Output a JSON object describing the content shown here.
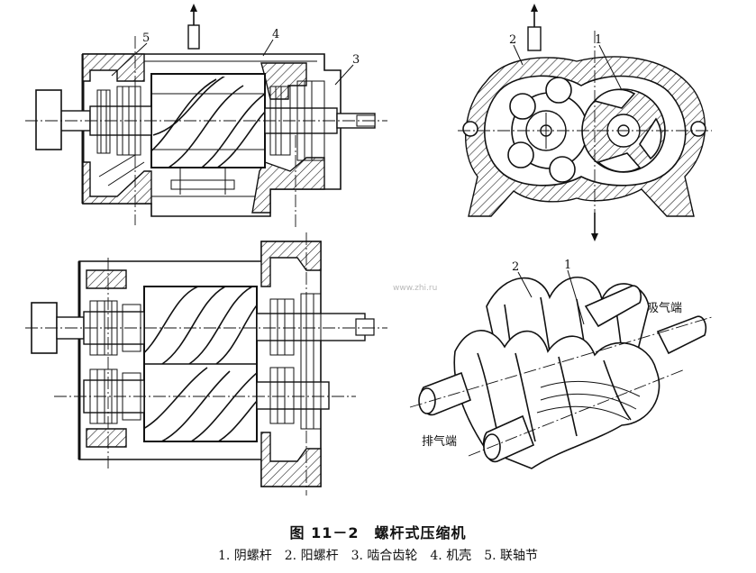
{
  "figure": {
    "caption_title": "图 11－2　螺杆式压缩机",
    "caption_legend": "1. 阴螺杆　2. 阳螺杆　3. 啮合齿轮　4. 机壳　5. 联轴节",
    "watermark": "www.zhi.ru",
    "callouts": {
      "top_left_5": "5",
      "top_left_4": "4",
      "top_left_3": "3",
      "top_right_2": "2",
      "top_right_1": "1",
      "bottom_right_2": "2",
      "bottom_right_1": "1"
    },
    "port_labels": {
      "suction": "吸气端",
      "discharge": "排气端"
    }
  }
}
